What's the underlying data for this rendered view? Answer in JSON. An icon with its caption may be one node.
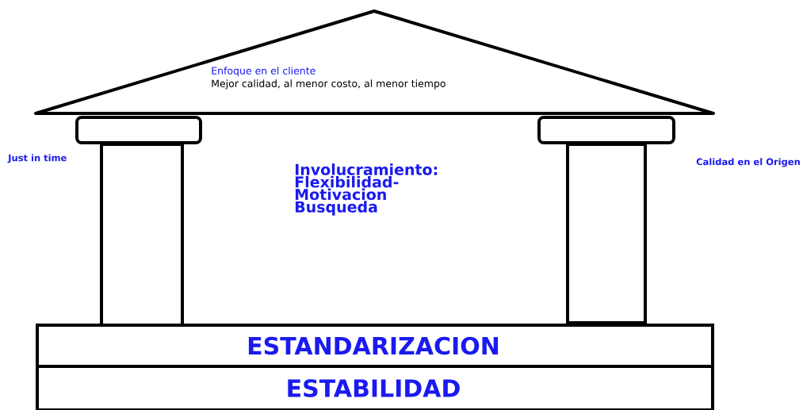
{
  "diagram": {
    "nodes": [
      {
        "text": [
          "Enfoque en el cliente",
          "Mejor calidad, al menor costo, al menor tiempo"
        ]
      },
      {
        "text": [],
        "shape": "box",
        "beside": [
          "Just in time"
        ]
      },
      {
        "text": [],
        "shape": "box",
        "beside": [
          "Calidad en el Origen"
        ]
      },
      {
        "text": [
          "ESTANDARIZACION"
        ]
      },
      {
        "text": [
          "ESTABILIDAD"
        ]
      }
    ],
    "labels": [
      "Involucramiento: Flexibilidad- Motivacion Busqueda"
    ]
  }
}
